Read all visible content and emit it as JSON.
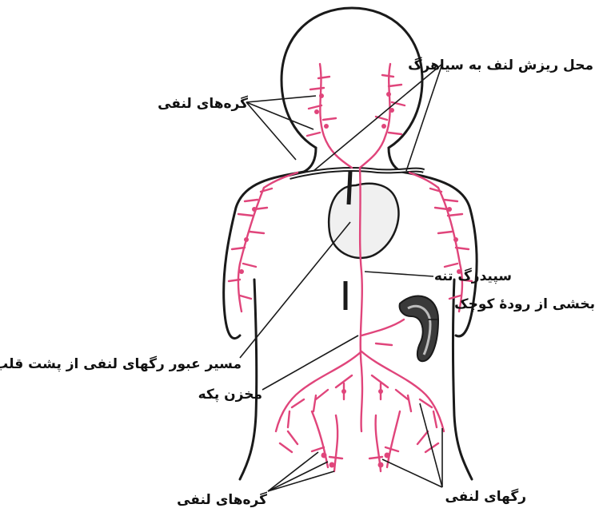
{
  "labels": {
    "lymph_nodes_upper": "گره‌های لنفی",
    "drainage_site": "محل ریزش لنف به سیاهرگ",
    "thoracic_duct": "سپیدرگ تنه",
    "small_intestine": "بخشی از رودهٔ کوچک",
    "path_behind_heart": "مسیر عبور رگهای لنفی از پشت قلب",
    "cisterna_chyli": "مخزن پکه",
    "lymph_nodes_lower": "گره‌های لنفی",
    "lymph_vessels": "رگهای لنفی"
  },
  "colors": {
    "outline": "#1a1a1a",
    "lymph": "#e0457b",
    "organ_fill": "#f0f0f0",
    "label": "#111111"
  }
}
